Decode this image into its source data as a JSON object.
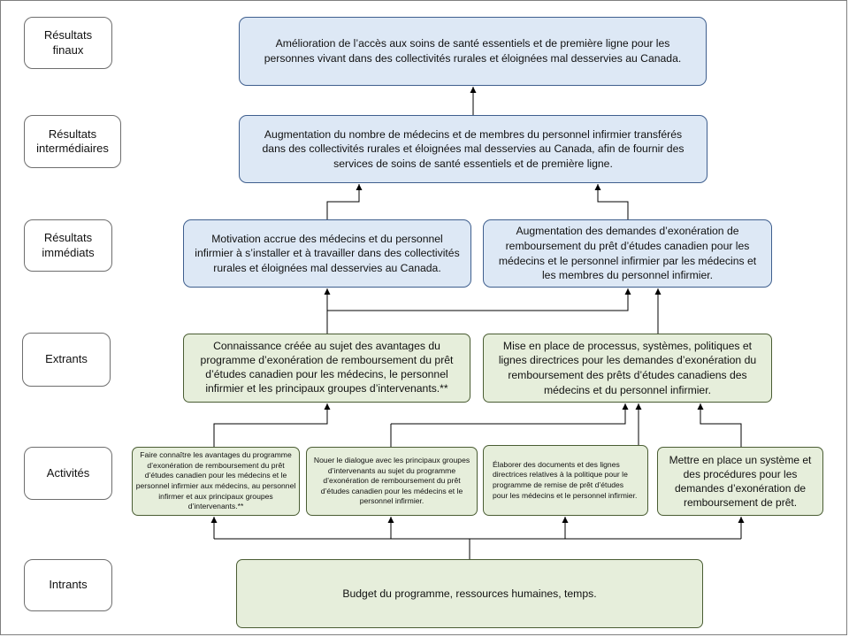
{
  "labels": {
    "final": "Résultats\nfinaux",
    "intermediate": "Résultats\nintermédiaires",
    "immediate": "Résultats\nimmédiats",
    "outputs": "Extrants",
    "activities": "Activités",
    "inputs": "Intrants"
  },
  "boxes": {
    "final": "Amélioration de l’accès aux soins de santé essentiels et de première ligne pour les personnes vivant  dans des collectivités rurales et éloignées mal desservies au Canada.",
    "intermediate": "Augmentation du nombre de médecins et de membres du personnel infirmier transférés dans des collectivités rurales et éloignées mal desservies au Canada, afin de fournir des services de soins de santé essentiels et de première ligne.",
    "immediate_left": "Motivation accrue des médecins et du personnel infirmier à s’installer et à travailler dans des collectivités rurales et éloignées mal desservies au Canada.",
    "immediate_right": "Augmentation des demandes d’exonération de remboursement du prêt d’études canadien pour les médecins et le personnel infirmier par les médecins et les membres du personnel infirmier.",
    "output_left": "Connaissance créée au sujet des avantages du programme d’exonération de remboursement du prêt d’études canadien pour les médecins, le personnel infirmier et les principaux groupes d’intervenants.**",
    "output_right": "Mise en place de processus, systèmes, politiques et lignes directrices pour les demandes d’exonération du remboursement des prêts d’études canadiens des médecins et du personnel infirmier.",
    "activity_1": "Faire connaître les avantages du programme d’exonération de remboursement du prêt d’études canadien pour les médecins et le personnel infirmier aux médecins, au personnel infirmer et aux principaux groupes d’intervenants.**",
    "activity_2": "Nouer le dialogue avec les principaux groupes d’intervenants au sujet du programme d’exonération de remboursement du prêt d’études canadien pour les médecins et le personnel infirmier.",
    "activity_3": "Élaborer des documents et des lignes directrices relatives à la politique pour le programme de remise de prêt d’études pour les médecins et le personnel infirmier.",
    "activity_4": "Mettre en place un système et des procédures pour les demandes d’exonération de remboursement de prêt.",
    "inputs": "Budget du programme, ressources humaines, temps."
  },
  "colors": {
    "outcome_fill": "#dde8f5",
    "outcome_border": "#3f5f8e",
    "activity_fill": "#e6eedb",
    "activity_border": "#4a5d33",
    "connector": "#000000"
  }
}
